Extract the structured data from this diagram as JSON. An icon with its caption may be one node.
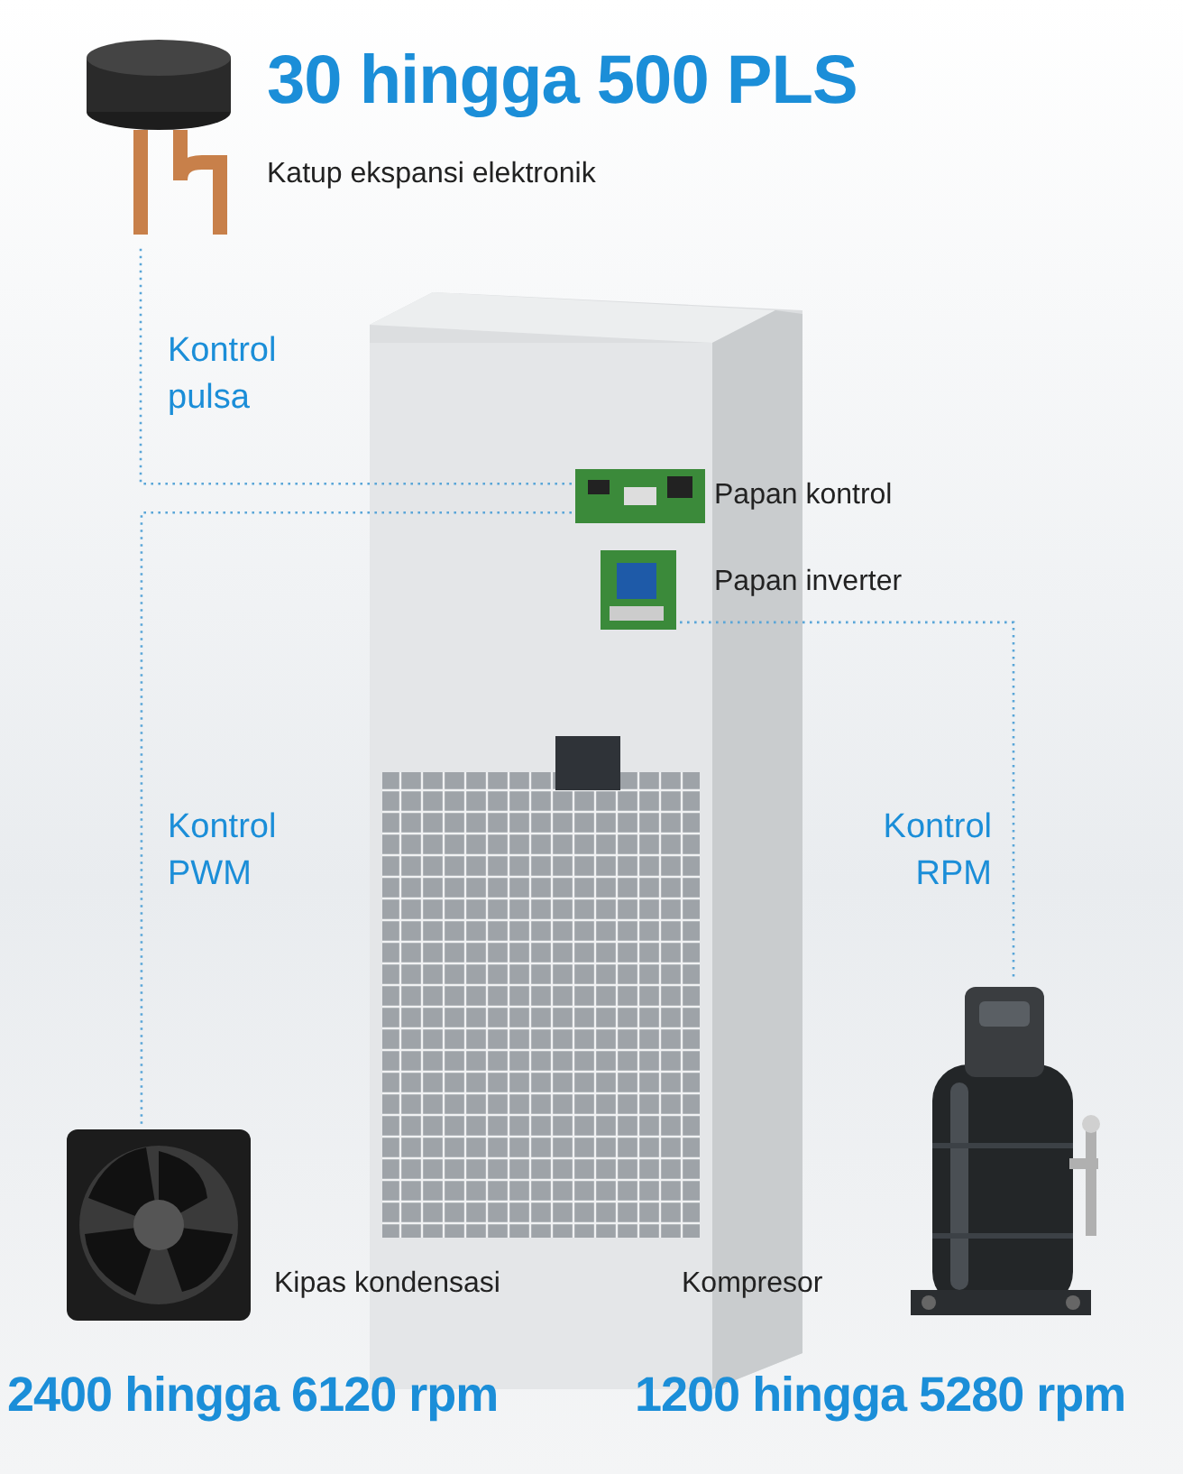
{
  "diagram": {
    "nodes": [
      {
        "text": [],
        "shape": "picture",
        "beside": [
          "30 hingga 500 PLS",
          "Katup ekspansi elektronik"
        ]
      },
      {
        "text": [],
        "shape": "picture",
        "beside": [
          "Papan kontrol"
        ]
      },
      {
        "text": [],
        "shape": "picture",
        "beside": [
          "Papan inverter"
        ]
      },
      {
        "text": [],
        "shape": "picture",
        "beside": [
          "Kipas kondensasi",
          "2400 hingga 6120 rpm"
        ]
      },
      {
        "text": [],
        "shape": "picture",
        "beside": [
          "Kompresor",
          "1200 hingga 5280 rpm"
        ]
      }
    ],
    "edges": [
      {
        "from": 1,
        "to": 0,
        "arrow": "none",
        "label": "Kontrol pulsa"
      },
      {
        "from": 1,
        "to": 3,
        "arrow": "none",
        "label": "Kontrol PWM"
      },
      {
        "from": 2,
        "to": 4,
        "arrow": "none",
        "label": "Kontrol RPM"
      }
    ]
  }
}
